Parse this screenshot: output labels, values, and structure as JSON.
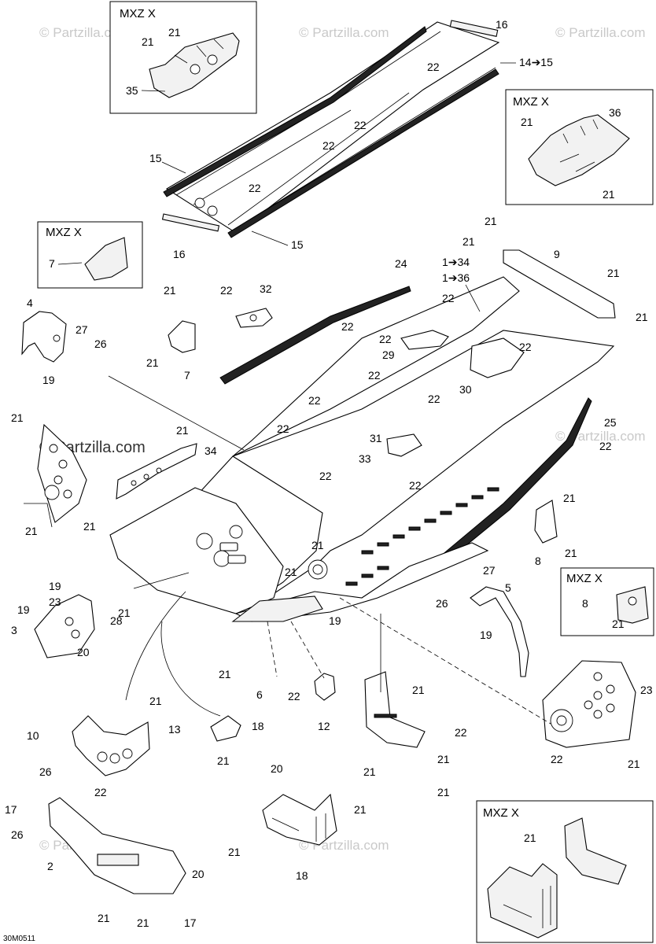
{
  "watermark": {
    "text": "© Partzilla.com"
  },
  "diagram_code": "30M0511",
  "inset_title": "MXZ X",
  "callouts": [
    {
      "id": "c21a",
      "text": "21"
    },
    {
      "id": "c21b",
      "text": "21"
    },
    {
      "id": "c35",
      "text": "35"
    },
    {
      "id": "c16a",
      "text": "16"
    },
    {
      "id": "c14",
      "text": "14➔15"
    },
    {
      "id": "c22a",
      "text": "22"
    },
    {
      "id": "c36",
      "text": "36"
    },
    {
      "id": "c21c",
      "text": "21"
    },
    {
      "id": "c21d",
      "text": "21"
    },
    {
      "id": "c22b",
      "text": "22"
    },
    {
      "id": "c22c",
      "text": "22"
    },
    {
      "id": "c15a",
      "text": "15"
    },
    {
      "id": "c22d",
      "text": "22"
    },
    {
      "id": "c16b",
      "text": "16"
    },
    {
      "id": "c15b",
      "text": "15"
    },
    {
      "id": "c7a",
      "text": "7"
    },
    {
      "id": "c21e",
      "text": "21"
    },
    {
      "id": "c21f",
      "text": "21"
    },
    {
      "id": "c9",
      "text": "9"
    },
    {
      "id": "c134",
      "text": "1➔34"
    },
    {
      "id": "c136",
      "text": "1➔36"
    },
    {
      "id": "c21g",
      "text": "21"
    },
    {
      "id": "c21h",
      "text": "21"
    },
    {
      "id": "c24",
      "text": "24"
    },
    {
      "id": "c4",
      "text": "4"
    },
    {
      "id": "c21i",
      "text": "21"
    },
    {
      "id": "c22e",
      "text": "22"
    },
    {
      "id": "c32",
      "text": "32"
    },
    {
      "id": "c22f",
      "text": "22"
    },
    {
      "id": "c22g",
      "text": "22"
    },
    {
      "id": "c27a",
      "text": "27"
    },
    {
      "id": "c26a",
      "text": "26"
    },
    {
      "id": "c22h",
      "text": "22"
    },
    {
      "id": "c29",
      "text": "29"
    },
    {
      "id": "c22i",
      "text": "22"
    },
    {
      "id": "c22j",
      "text": "22"
    },
    {
      "id": "c19a",
      "text": "19"
    },
    {
      "id": "c21j",
      "text": "21"
    },
    {
      "id": "c7b",
      "text": "7"
    },
    {
      "id": "c30",
      "text": "30"
    },
    {
      "id": "c22k",
      "text": "22"
    },
    {
      "id": "c22l",
      "text": "22"
    },
    {
      "id": "c25",
      "text": "25"
    },
    {
      "id": "c21k",
      "text": "21"
    },
    {
      "id": "c21l",
      "text": "21"
    },
    {
      "id": "c22m",
      "text": "22"
    },
    {
      "id": "c31",
      "text": "31"
    },
    {
      "id": "c22n",
      "text": "22"
    },
    {
      "id": "c34",
      "text": "34"
    },
    {
      "id": "c33",
      "text": "33"
    },
    {
      "id": "c22o",
      "text": "22"
    },
    {
      "id": "c22p",
      "text": "22"
    },
    {
      "id": "c21m",
      "text": "21"
    },
    {
      "id": "c21n",
      "text": "21"
    },
    {
      "id": "c21o",
      "text": "21"
    },
    {
      "id": "c21p",
      "text": "21"
    },
    {
      "id": "c8a",
      "text": "8"
    },
    {
      "id": "c21q",
      "text": "21"
    },
    {
      "id": "c27b",
      "text": "27"
    },
    {
      "id": "c5",
      "text": "5"
    },
    {
      "id": "c21r",
      "text": "21"
    },
    {
      "id": "c8b",
      "text": "8"
    },
    {
      "id": "c19b",
      "text": "19"
    },
    {
      "id": "c23a",
      "text": "23"
    },
    {
      "id": "c19c",
      "text": "19"
    },
    {
      "id": "c26b",
      "text": "26"
    },
    {
      "id": "c19d",
      "text": "19"
    },
    {
      "id": "c3",
      "text": "3"
    },
    {
      "id": "c21s",
      "text": "21"
    },
    {
      "id": "c28",
      "text": "28"
    },
    {
      "id": "c19e",
      "text": "19"
    },
    {
      "id": "c20a",
      "text": "20"
    },
    {
      "id": "c21t",
      "text": "21"
    },
    {
      "id": "c21u",
      "text": "21"
    },
    {
      "id": "c6",
      "text": "6"
    },
    {
      "id": "c22q",
      "text": "22"
    },
    {
      "id": "c21v",
      "text": "21"
    },
    {
      "id": "c12",
      "text": "12"
    },
    {
      "id": "c23b",
      "text": "23"
    },
    {
      "id": "c21w",
      "text": "21"
    },
    {
      "id": "c10",
      "text": "10"
    },
    {
      "id": "c13",
      "text": "13"
    },
    {
      "id": "c18a",
      "text": "18"
    },
    {
      "id": "c22r",
      "text": "22"
    },
    {
      "id": "c21x",
      "text": "21"
    },
    {
      "id": "c21y",
      "text": "21"
    },
    {
      "id": "c22s",
      "text": "22"
    },
    {
      "id": "c21z",
      "text": "21"
    },
    {
      "id": "c21aa",
      "text": "21"
    },
    {
      "id": "c26c",
      "text": "26"
    },
    {
      "id": "c21ab",
      "text": "21"
    },
    {
      "id": "c22t",
      "text": "22"
    },
    {
      "id": "c20b",
      "text": "20"
    },
    {
      "id": "c17a",
      "text": "17"
    },
    {
      "id": "c21ac",
      "text": "21"
    },
    {
      "id": "c26d",
      "text": "26"
    },
    {
      "id": "c21ad",
      "text": "21"
    },
    {
      "id": "c18b",
      "text": "18"
    },
    {
      "id": "c21ae",
      "text": "21"
    },
    {
      "id": "c2",
      "text": "2"
    },
    {
      "id": "c20c",
      "text": "20"
    },
    {
      "id": "c21af",
      "text": "21"
    },
    {
      "id": "c21ag",
      "text": "21"
    },
    {
      "id": "c17b",
      "text": "17"
    }
  ]
}
